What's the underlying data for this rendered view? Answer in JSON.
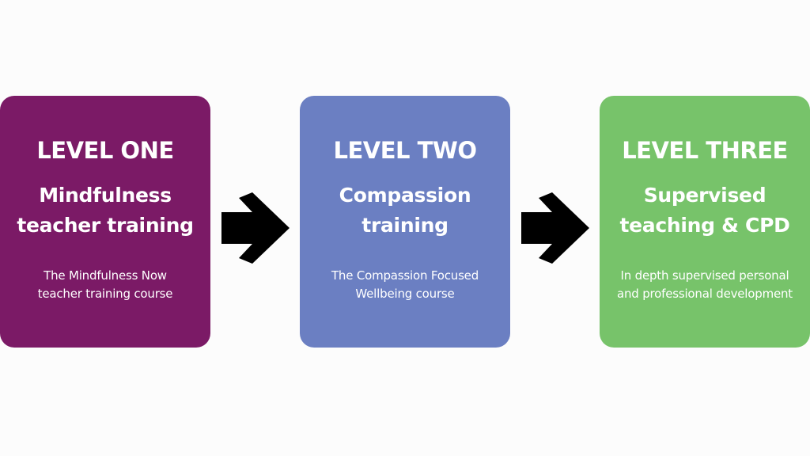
{
  "levels": [
    {
      "level": "LEVEL ONE",
      "title_lines": [
        "Mindfulness",
        "teacher training"
      ],
      "description_lines": [
        "The Mindfulness Now",
        "teacher training course"
      ],
      "color": "#7b1a66"
    },
    {
      "level": "LEVEL TWO",
      "title_lines": [
        "Compassion",
        "training"
      ],
      "description_lines": [
        "The Compassion Focused",
        "Wellbeing course"
      ],
      "color": "#6b7fc2"
    },
    {
      "level": "LEVEL THREE",
      "title_lines": [
        "Supervised",
        "teaching & CPD"
      ],
      "description_lines": [
        "In depth supervised personal",
        "and professional development"
      ],
      "color": "#77c36a"
    }
  ],
  "arrows": [
    {
      "icon": "right-arrow-icon",
      "color": "#000000"
    },
    {
      "icon": "right-arrow-icon",
      "color": "#000000"
    }
  ],
  "background_color": "#fcfcfc"
}
